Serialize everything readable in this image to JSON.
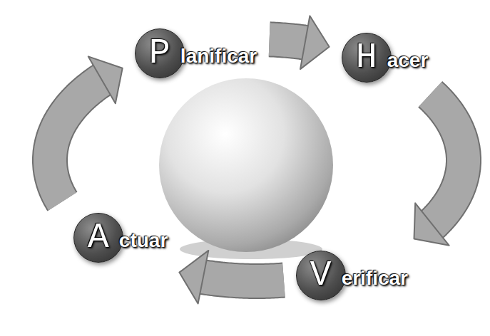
{
  "diagram": {
    "nodes": [
      {
        "text": [
          "Planificar"
        ]
      },
      {
        "text": [
          "Hacer"
        ]
      },
      {
        "text": [
          "Verificar"
        ]
      },
      {
        "text": [
          "Actuar"
        ]
      }
    ],
    "edges": [
      {
        "from": 0,
        "to": 1,
        "arrow": "to"
      },
      {
        "from": 1,
        "to": 2,
        "arrow": "to"
      },
      {
        "from": 2,
        "to": 3,
        "arrow": "to"
      },
      {
        "from": 3,
        "to": 0,
        "arrow": "to"
      }
    ]
  }
}
